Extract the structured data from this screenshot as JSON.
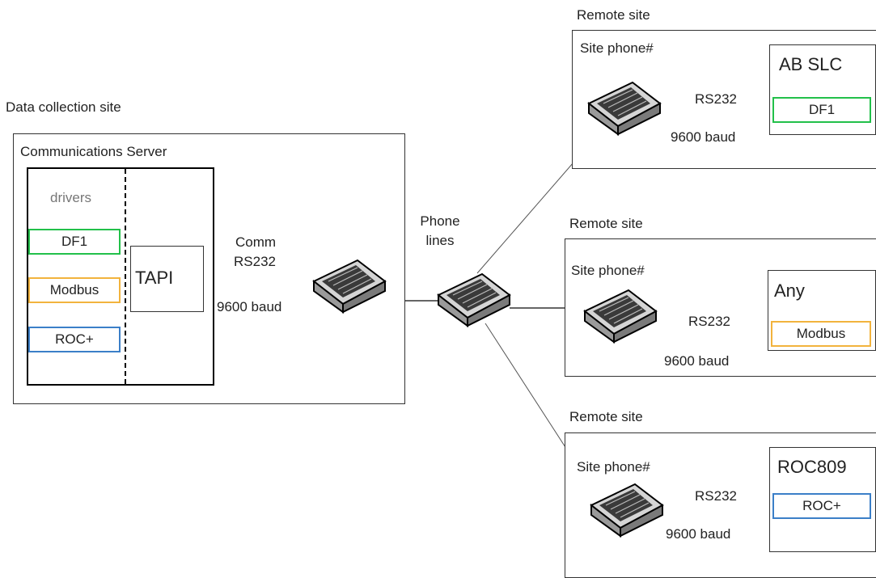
{
  "data_collection": {
    "site_label": "Data collection site",
    "server_label": "Communications Server",
    "drivers_label": "drivers",
    "drivers": [
      {
        "label": "DF1",
        "color": "#22c04a"
      },
      {
        "label": "Modbus",
        "color": "#f2b33d"
      },
      {
        "label": "ROC+",
        "color": "#3b7fc8"
      }
    ],
    "tapi_label": "TAPI",
    "comm_label": "Comm",
    "comm_protocol": "RS232",
    "comm_baud": "9600 baud"
  },
  "phone_lines_label": "Phone lines",
  "remote_sites": [
    {
      "site_label": "Remote site",
      "phone_label": "Site phone#",
      "device_title": "AB SLC",
      "protocol_box": "DF1",
      "protocol_color": "#22c04a",
      "link": "RS232",
      "baud": "9600 baud"
    },
    {
      "site_label": "Remote site",
      "phone_label": "Site phone#",
      "device_title": "Any",
      "protocol_box": "Modbus",
      "protocol_color": "#f2b33d",
      "link": "RS232",
      "baud": "9600 baud"
    },
    {
      "site_label": "Remote site",
      "phone_label": "Site phone#",
      "device_title": "ROC809",
      "protocol_box": "ROC+",
      "protocol_color": "#3b7fc8",
      "link": "RS232",
      "baud": "9600 baud"
    }
  ]
}
